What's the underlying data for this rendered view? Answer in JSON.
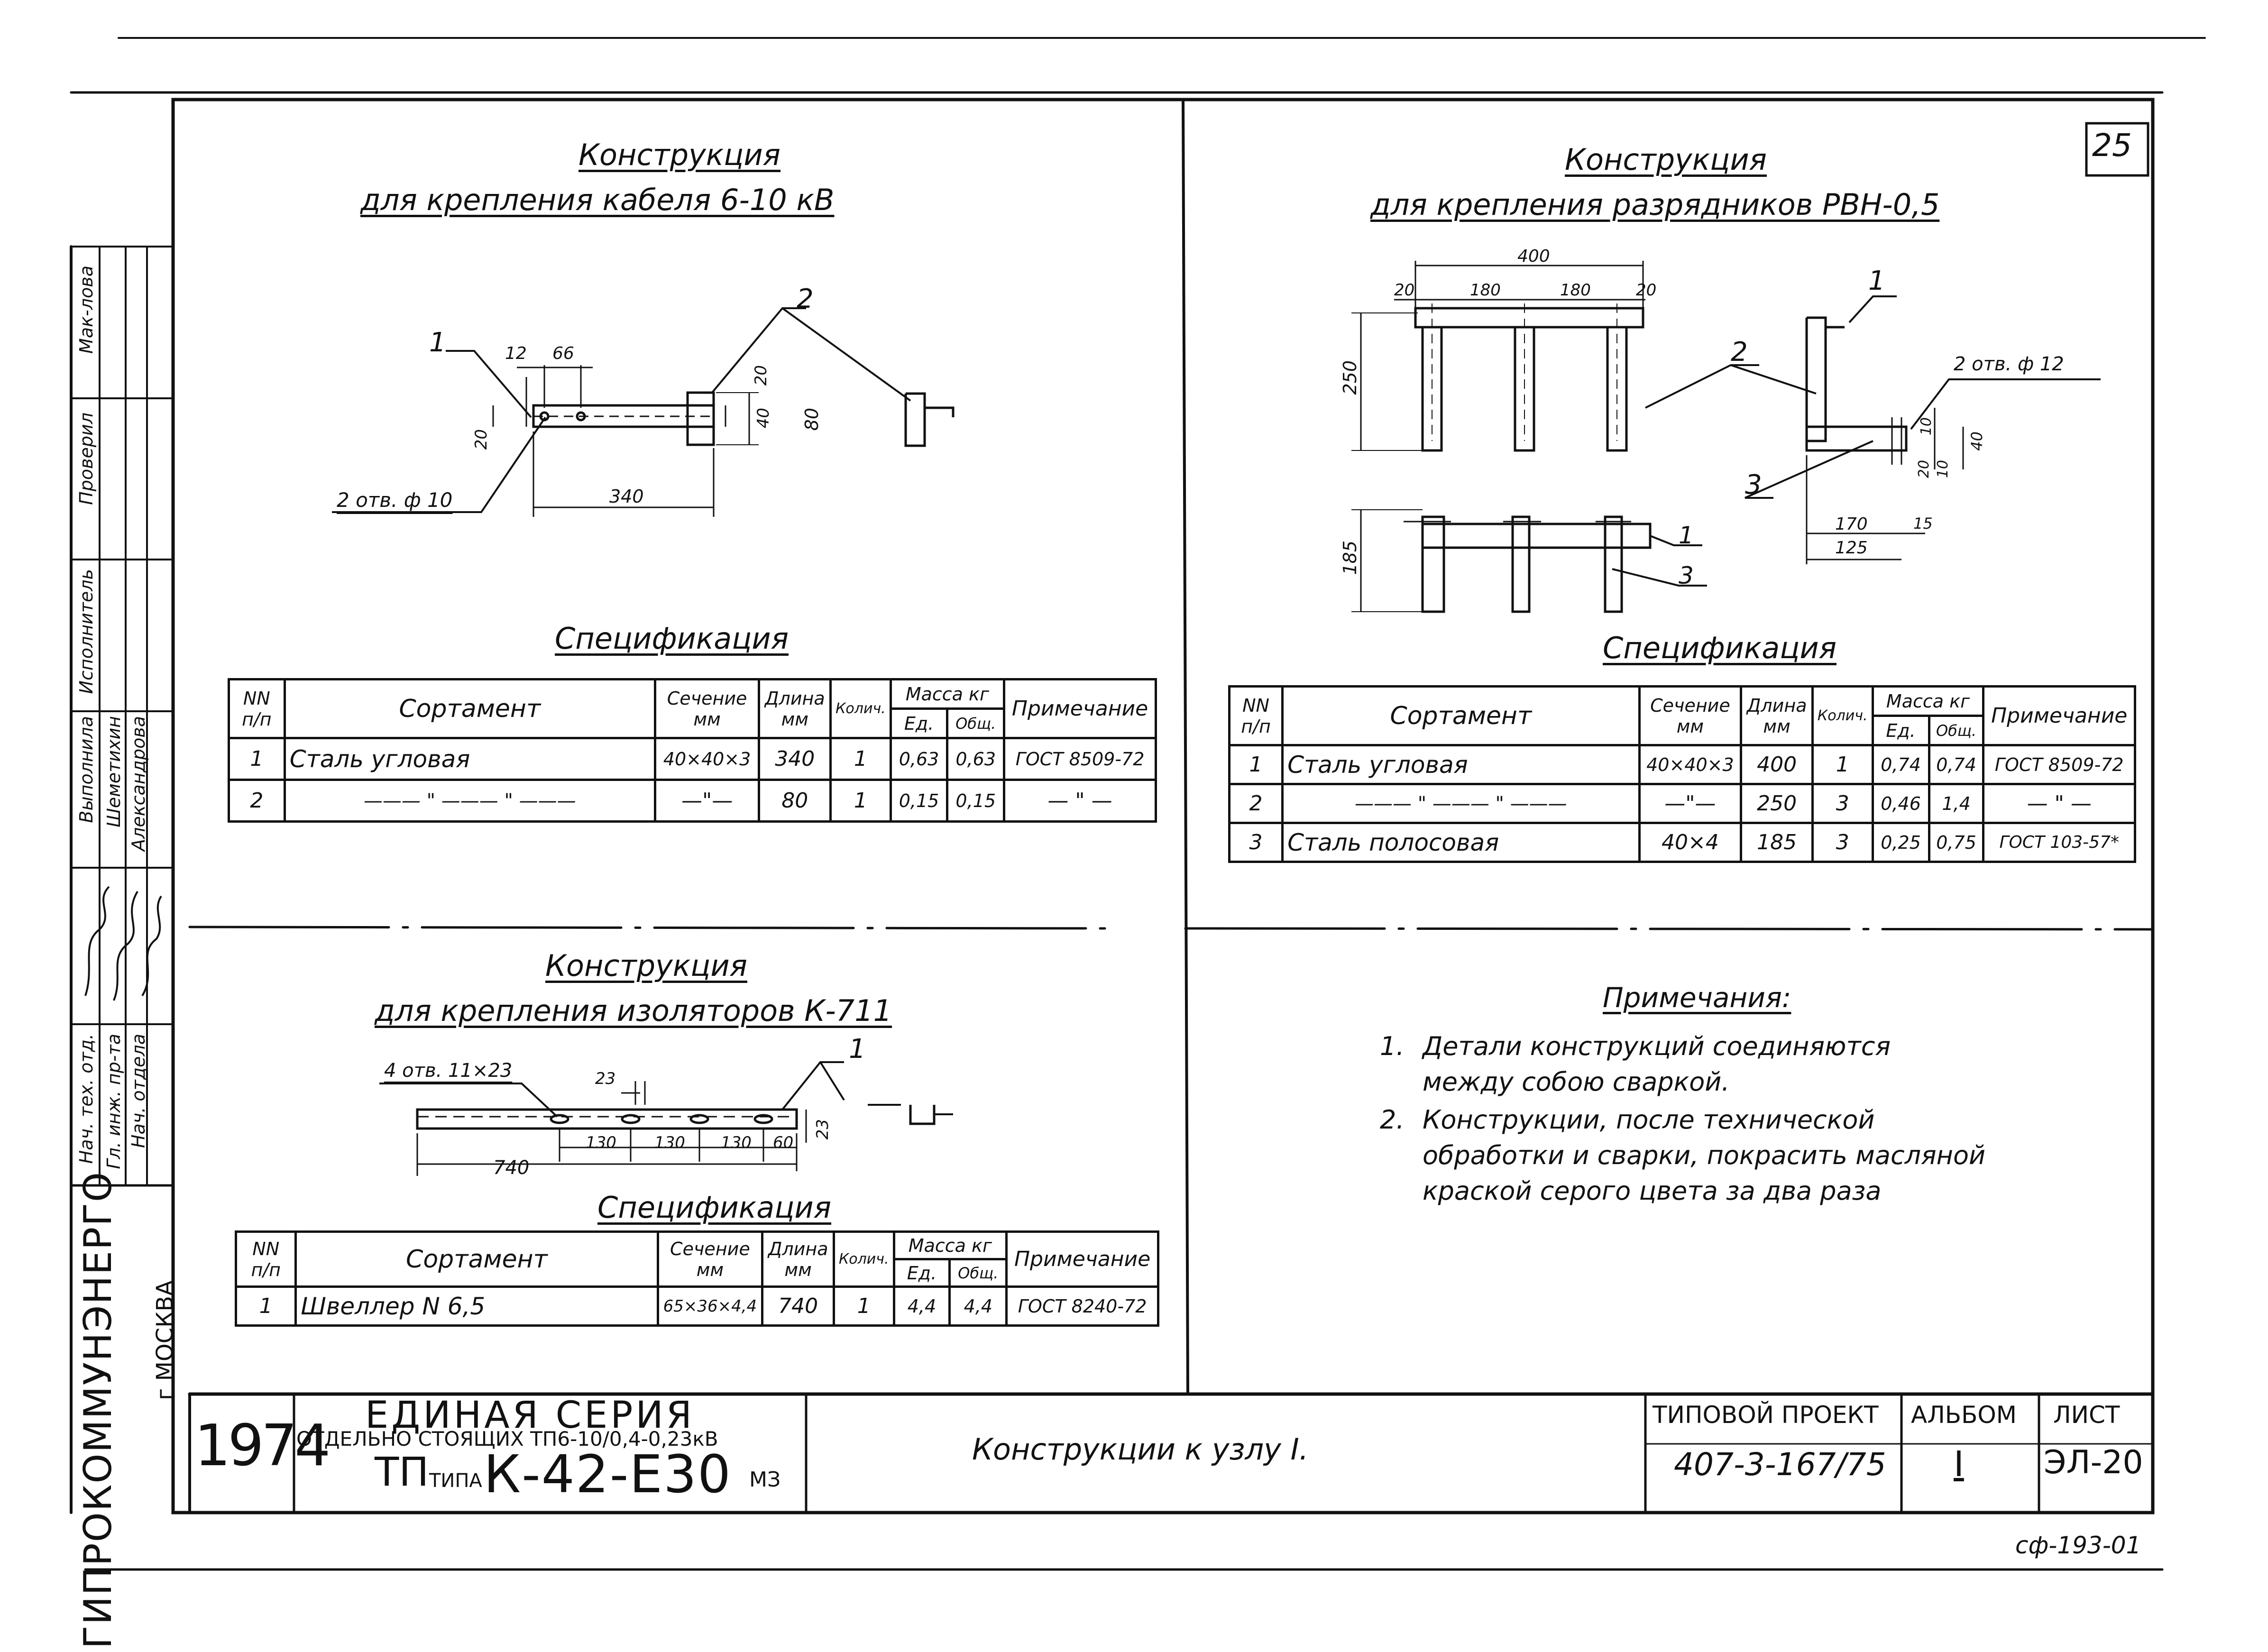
{
  "sheet_number": "25",
  "stamp_bottom_right": "сф-193-01",
  "constructions": {
    "cable": {
      "title1": "Конструкция",
      "title2": "для крепления кабеля 6-10 кВ",
      "dims": {
        "d12": "12",
        "d66": "66",
        "d20a": "20",
        "d20b": "20",
        "d40": "40",
        "d80": "80",
        "d340": "340"
      },
      "callouts": {
        "c1": "1",
        "c2": "2"
      },
      "hole_note": "2 отв. ф 10"
    },
    "arrester": {
      "title1": "Конструкция",
      "title2": "для крепления разрядников РВН-0,5",
      "dims": {
        "d400": "400",
        "d20a": "20",
        "d180a": "180",
        "d180b": "180",
        "d20b": "20",
        "d250": "250",
        "d185": "185",
        "d170": "170",
        "d125": "125",
        "d15": "15",
        "d10a": "10",
        "d20c": "20",
        "d10b": "10",
        "d40": "40"
      },
      "callouts": {
        "c1a": "1",
        "c2": "2",
        "c3a": "3",
        "c1b": "1",
        "c3b": "3"
      },
      "hole_note": "2 отв. ф 12"
    },
    "insulator": {
      "title1": "Конструкция",
      "title2": "для крепления изоляторов К-711",
      "dims": {
        "d23a": "23",
        "d23b": "23",
        "d130a": "130",
        "d130b": "130",
        "d130c": "130",
        "d60": "60",
        "d740": "740"
      },
      "callouts": {
        "c1": "1"
      },
      "hole_note": "4 отв. 11×23"
    }
  },
  "spec_title": "Спецификация",
  "spec_headers": {
    "nn": "NN",
    "pp": "п/п",
    "sortament": "Сортамент",
    "sechenie": "Сечение",
    "sechenie_unit": "мм",
    "dlina": "Длина",
    "dlina_unit": "мм",
    "kolich": "Колич.",
    "massa": "Масса кг",
    "ed": "Ед.",
    "obsh": "Общ.",
    "primechanie": "Примечание"
  },
  "spec1": [
    {
      "n": "1",
      "sort": "Сталь угловая",
      "sech": "40×40×3",
      "len": "340",
      "qty": "1",
      "ed": "0,63",
      "obsh": "0,63",
      "prim": "ГОСТ 8509-72"
    },
    {
      "n": "2",
      "sort": "——— \" ——— \" ———",
      "sech": "—\"—",
      "len": "80",
      "qty": "1",
      "ed": "0,15",
      "obsh": "0,15",
      "prim": "— \" —"
    }
  ],
  "spec2": [
    {
      "n": "1",
      "sort": "Сталь угловая",
      "sech": "40×40×3",
      "len": "400",
      "qty": "1",
      "ed": "0,74",
      "obsh": "0,74",
      "prim": "ГОСТ 8509-72"
    },
    {
      "n": "2",
      "sort": "——— \" ——— \" ———",
      "sech": "—\"—",
      "len": "250",
      "qty": "3",
      "ed": "0,46",
      "obsh": "1,4",
      "prim": "— \" —"
    },
    {
      "n": "3",
      "sort": "Сталь полосовая",
      "sech": "40×4",
      "len": "185",
      "qty": "3",
      "ed": "0,25",
      "obsh": "0,75",
      "prim": "ГОСТ 103-57*"
    }
  ],
  "spec3": [
    {
      "n": "1",
      "sort": "Швеллер N 6,5",
      "sech": "65×36×4,4",
      "len": "740",
      "qty": "1",
      "ed": "4,4",
      "obsh": "4,4",
      "prim": "ГОСТ 8240-72"
    }
  ],
  "notes": {
    "title": "Примечания:",
    "items": [
      {
        "num": "1.",
        "line1": "Детали конструкций соединяются",
        "line2": "между собою сваркой."
      },
      {
        "num": "2.",
        "line1": "Конструкции, после технической",
        "line2": "обработки и сварки, покрасить масляной",
        "line3": "краской серого цвета за два раза"
      }
    ]
  },
  "titleblock": {
    "year": "1974",
    "series1": "ЕДИНАЯ СЕРИЯ",
    "series2": "ОТДЕЛЬНО СТОЯЩИХ ТП6-10/0,4-0,23кВ",
    "series3a": "ТП",
    "series3b": "ТИПА",
    "series3c": "К-42-Е30",
    "series3d": "МЗ",
    "sheet_title": "Конструкции к узлу I.",
    "project_label": "ТИПОВОЙ ПРОЕКТ",
    "project_value": "407-3-167/75",
    "album_label": "АЛЬБОМ",
    "album_value": "I",
    "list_label": "ЛИСТ",
    "list_value": "ЭЛ-20"
  },
  "side_stamp": {
    "org": "ГИПРОКОММУНЭНЕРГО",
    "city": "г МОСКВА",
    "roles": [
      "Нач. тех. отд.",
      "Гл. инж. пр-та",
      "Нач. отдела",
      "Исполнитель"
    ],
    "names": [
      "Шеметихин",
      "Александрова",
      "Мак-лова"
    ],
    "extra": [
      "Выполнила",
      "Проверил"
    ]
  }
}
